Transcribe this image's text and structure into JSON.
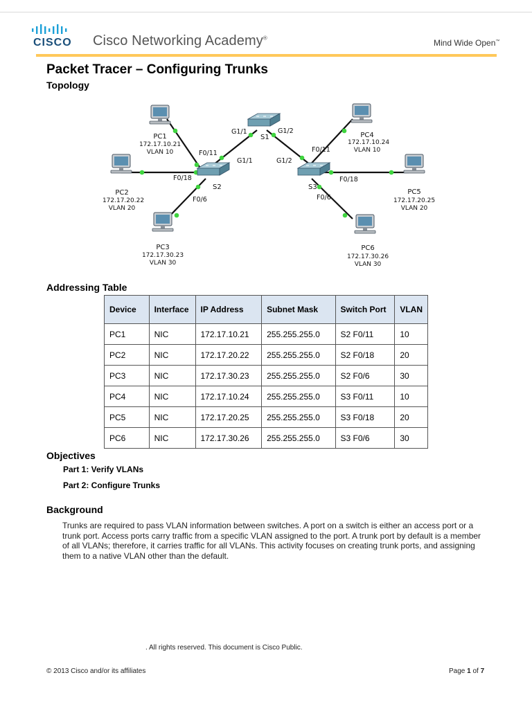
{
  "header": {
    "logo_text": "CISCO",
    "academy": "Cisco Networking Academy",
    "motto": "Mind Wide Open",
    "trademark": "®",
    "tm": "™"
  },
  "title": "Packet Tracer – Configuring Trunks",
  "sections": {
    "topology": "Topology",
    "addressing": "Addressing Table",
    "objectives": "Objectives",
    "background": "Background"
  },
  "topology": {
    "switches": [
      {
        "name": "S1"
      },
      {
        "name": "S2"
      },
      {
        "name": "S3"
      }
    ],
    "pcs": [
      {
        "name": "PC1",
        "ip": "172.17.10.21",
        "vlan": "VLAN 10"
      },
      {
        "name": "PC2",
        "ip": "172.17.20.22",
        "vlan": "VLAN 20"
      },
      {
        "name": "PC3",
        "ip": "172.17.30.23",
        "vlan": "VLAN 30"
      },
      {
        "name": "PC4",
        "ip": "172.17.10.24",
        "vlan": "VLAN 10"
      },
      {
        "name": "PC5",
        "ip": "172.17.20.25",
        "vlan": "VLAN 20"
      },
      {
        "name": "PC6",
        "ip": "172.17.30.26",
        "vlan": "VLAN 30"
      }
    ],
    "ports": [
      "G1/1",
      "G1/2",
      "G1/1",
      "G1/2",
      "F0/11",
      "F0/18",
      "F0/6",
      "F0/11",
      "F0/18",
      "F0/6"
    ]
  },
  "table": {
    "headers": [
      "Device",
      "Interface",
      "IP Address",
      "Subnet Mask",
      "Switch Port",
      "VLAN"
    ],
    "rows": [
      [
        "PC1",
        "NIC",
        "172.17.10.21",
        "255.255.255.0",
        "S2 F0/11",
        "10"
      ],
      [
        "PC2",
        "NIC",
        "172.17.20.22",
        "255.255.255.0",
        "S2 F0/18",
        "20"
      ],
      [
        "PC3",
        "NIC",
        "172.17.30.23",
        "255.255.255.0",
        "S2 F0/6",
        "30"
      ],
      [
        "PC4",
        "NIC",
        "172.17.10.24",
        "255.255.255.0",
        "S3 F0/11",
        "10"
      ],
      [
        "PC5",
        "NIC",
        "172.17.20.25",
        "255.255.255.0",
        "S3 F0/18",
        "20"
      ],
      [
        "PC6",
        "NIC",
        "172.17.30.26",
        "255.255.255.0",
        "S3 F0/6",
        "30"
      ]
    ]
  },
  "objectives": {
    "part1": "Part 1: Verify VLANs",
    "part2": "Part 2: Configure Trunks"
  },
  "background_text": "Trunks are required to pass VLAN information between switches. A port on a switch is either an access port or a trunk port. Access ports carry traffic from a specific VLAN assigned to the port. A trunk port by default is a member of all VLANs; therefore, it carries traffic for all VLANs. This activity focuses on creating trunk ports, and assigning them to a native VLAN other than the default.",
  "footer": {
    "note": ". All rights reserved. This document is Cisco Public.",
    "copyright": "© 2013 Cisco and/or its affiliates",
    "page_prefix": "Page",
    "page_current": "1",
    "page_of": "of",
    "page_total": "7"
  },
  "colors": {
    "brand_blue": "#1ba0d7",
    "header_rule": "#ffc85a",
    "table_header": "#dbe5f1",
    "link_dot": "#3fd43f",
    "switch_fill": "#7aa6b6"
  }
}
